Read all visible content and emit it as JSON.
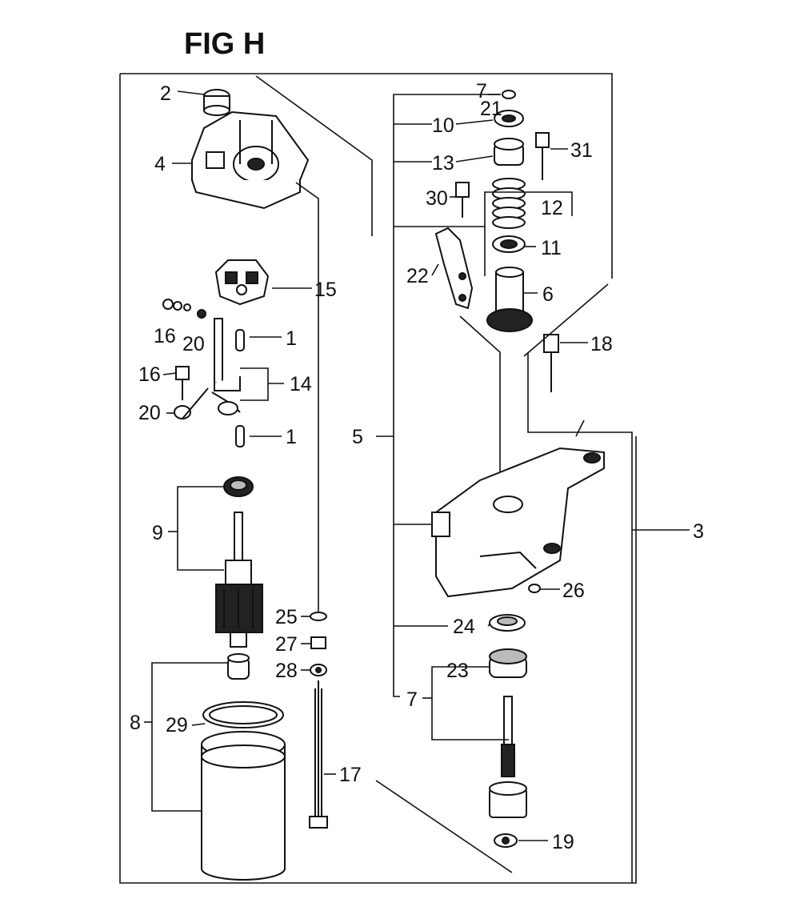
{
  "figure": {
    "title": "FIG H"
  },
  "callouts": {
    "c1a": "1",
    "c1b": "1",
    "c2": "2",
    "c3": "3",
    "c4": "4",
    "c5": "5",
    "c6": "6",
    "c7a": "7",
    "c7b": "7",
    "c8": "8",
    "c9": "9",
    "c10": "10",
    "c11": "11",
    "c12": "12",
    "c13": "13",
    "c14": "14",
    "c15": "15",
    "c16a": "16",
    "c16b": "16",
    "c17": "17",
    "c18": "18",
    "c19": "19",
    "c20a": "20",
    "c20b": "20",
    "c21": "21",
    "c22": "22",
    "c23": "23",
    "c24": "24",
    "c25": "25",
    "c26": "26",
    "c27": "27",
    "c28": "28",
    "c29": "29",
    "c30": "30",
    "c31": "31"
  }
}
